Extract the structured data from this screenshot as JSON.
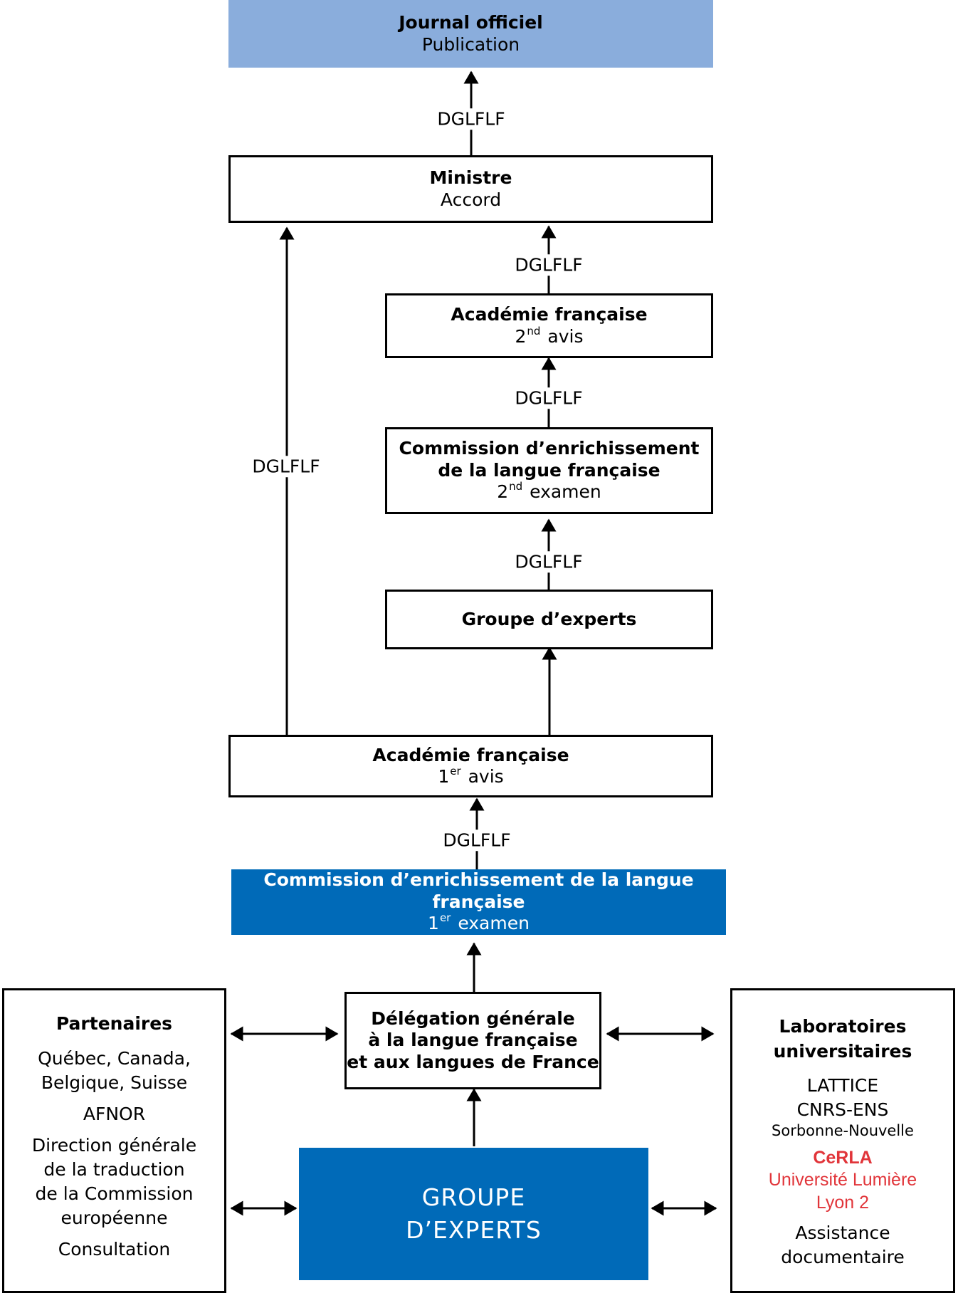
{
  "colors": {
    "journal_fill": "#8aaddc",
    "blue_fill": "#006ab8",
    "cerla_red": "#e1353a"
  },
  "journal": {
    "title": "Journal officiel",
    "subtitle": "Publication"
  },
  "ministre": {
    "title": "Ministre",
    "subtitle": "Accord"
  },
  "academie_2": {
    "title": "Académie française",
    "num": "2",
    "sup": "nd",
    "rest": "avis"
  },
  "commission_2": {
    "title_1": "Commission d’enrichissement",
    "title_2": "de la langue française",
    "num": "2",
    "sup": "nd",
    "rest": "examen"
  },
  "groupe_small": {
    "title": "Groupe d’experts"
  },
  "academie_1": {
    "title": "Académie française",
    "num": "1",
    "sup": "er",
    "rest": "avis"
  },
  "commission_1": {
    "title": "Commission d’enrichissement de la langue française",
    "num": "1",
    "sup": "er",
    "rest": "examen"
  },
  "delegation": {
    "line_1": "Délégation générale",
    "line_2": "à la langue française",
    "line_3": "et aux langues de France"
  },
  "groupe_big": {
    "line_1": "GROUPE",
    "line_2": "D’EXPERTS"
  },
  "partenaires": {
    "title": "Partenaires",
    "item_1a": "Québec, Canada,",
    "item_1b": "Belgique, Suisse",
    "item_2": "AFNOR",
    "item_3a": "Direction générale",
    "item_3b": "de la traduction",
    "item_3c": "de la Commission",
    "item_3d": "européenne",
    "item_4": "Consultation"
  },
  "laboratoires": {
    "title_1": "Laboratoires",
    "title_2": "universitaires",
    "lattice_1": "LATTICE",
    "lattice_2": "CNRS-ENS",
    "lattice_3": "Sorbonne-Nouvelle",
    "cerla_1": "CeRLA",
    "cerla_2": "Université Lumière",
    "cerla_3": "Lyon 2",
    "assist_1": "Assistance",
    "assist_2": "documentaire"
  },
  "edge_labels": {
    "ministre_to_journal": "DGLFLF",
    "academie2_to_ministre": "DGLFLF",
    "commission2_to_academie2": "DGLFLF",
    "groupe_to_commission2": "DGLFLF",
    "academie1_to_ministre": "DGLFLF",
    "commission1_to_academie1": "DGLFLF"
  }
}
